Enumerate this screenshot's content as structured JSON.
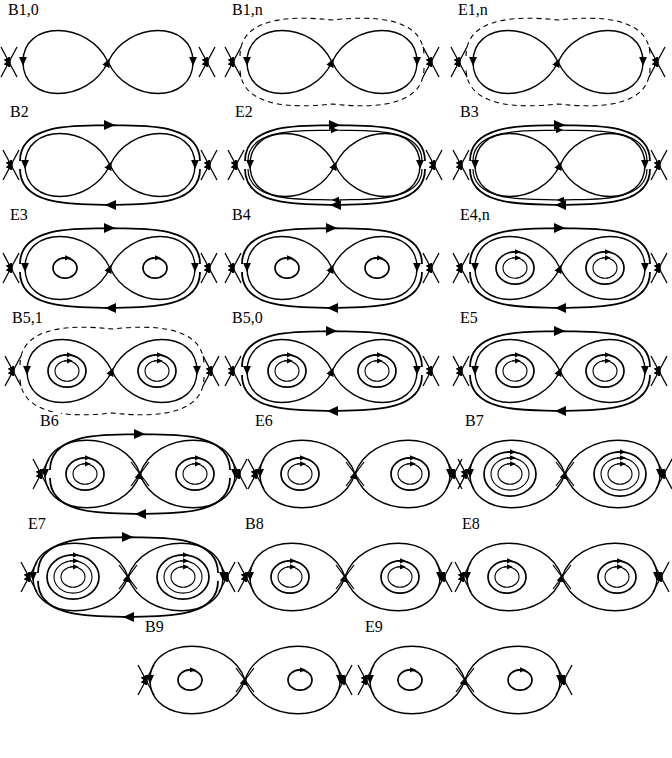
{
  "diagram": {
    "labels": [
      "B1,0",
      "B1,n",
      "E1,n",
      "B2",
      "E2",
      "B3",
      "E3",
      "B4",
      "E4,n",
      "B5,1",
      "B5,0",
      "E5",
      "B6",
      "E6",
      "B7",
      "E7",
      "B8",
      "E8",
      "B9",
      "E9"
    ]
  }
}
